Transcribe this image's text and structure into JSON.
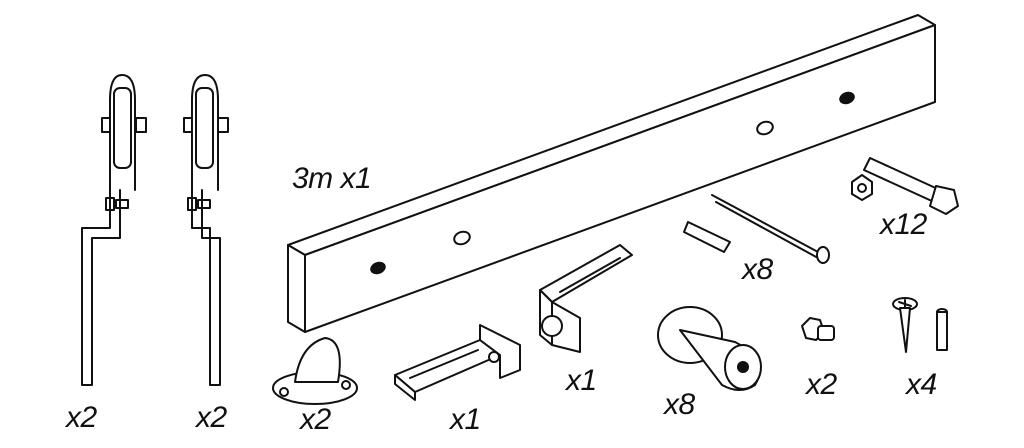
{
  "labels": {
    "rail": "3m x1",
    "hanger_left": "x2",
    "hanger_right": "x2",
    "door_guide": "x2",
    "bracket_large": "x1",
    "bracket_small": "x1",
    "stopper": "x8",
    "lag_screw": "x8",
    "bolt_nut": "x12",
    "cap_bolt": "x2",
    "wood_screw": "x4"
  }
}
